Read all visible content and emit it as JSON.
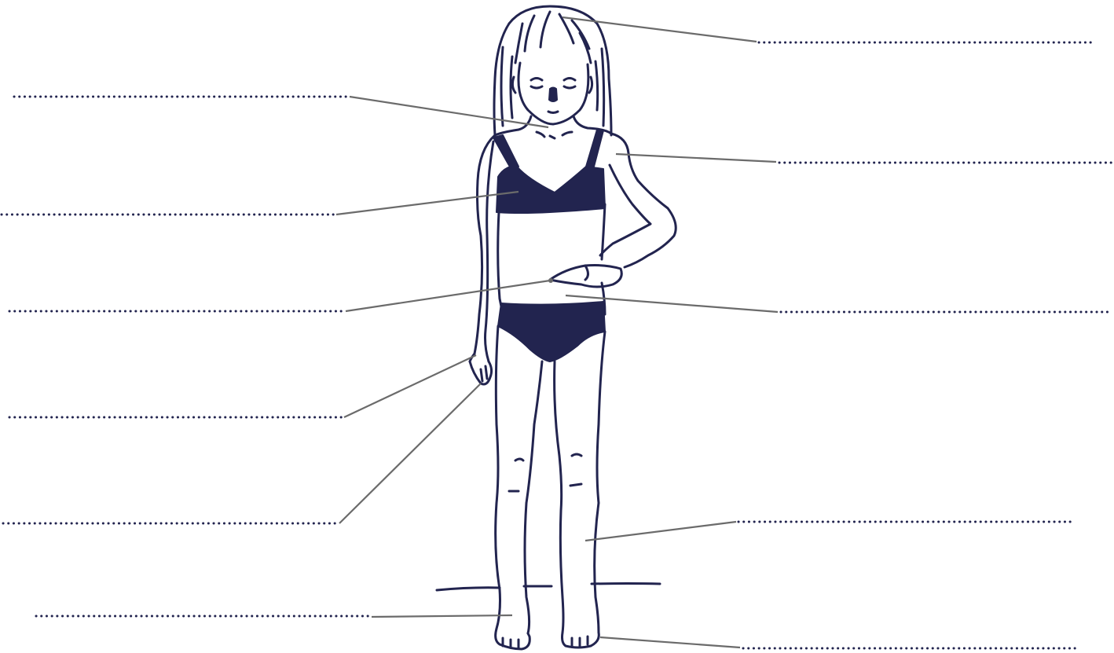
{
  "diagram": {
    "subject": "child-body-outline",
    "colors": {
      "ink": "#22244f",
      "leader": "#6b6b6b",
      "background": "#ffffff"
    },
    "blank_labels": [
      {
        "id": "hair",
        "side": "right",
        "value": ""
      },
      {
        "id": "neck",
        "side": "left",
        "value": ""
      },
      {
        "id": "shoulder",
        "side": "right",
        "value": ""
      },
      {
        "id": "chest",
        "side": "left",
        "value": ""
      },
      {
        "id": "navel",
        "side": "left",
        "value": ""
      },
      {
        "id": "belly",
        "side": "right",
        "value": ""
      },
      {
        "id": "wrist",
        "side": "left",
        "value": ""
      },
      {
        "id": "fingers",
        "side": "left",
        "value": ""
      },
      {
        "id": "leg",
        "side": "right",
        "value": ""
      },
      {
        "id": "heel",
        "side": "left",
        "value": ""
      },
      {
        "id": "toes",
        "side": "right",
        "value": ""
      }
    ]
  }
}
